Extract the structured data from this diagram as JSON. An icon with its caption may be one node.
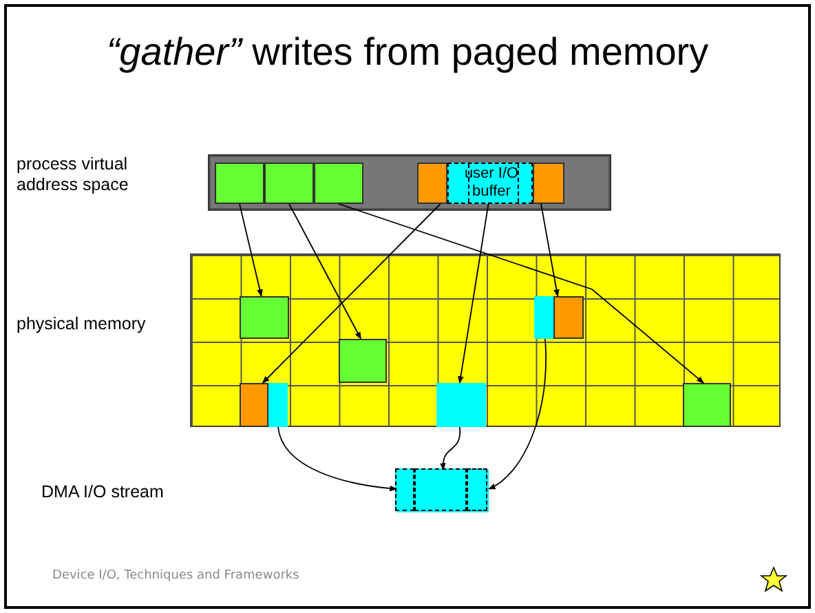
{
  "diagram": {
    "title": "*“gather”* writes from paged memory",
    "nodes": [
      {
        "text": [],
        "shape": "bar"
      },
      {
        "text": [],
        "shape": "box",
        "in": 0
      },
      {
        "text": [],
        "shape": "box",
        "in": 0
      },
      {
        "text": [],
        "shape": "box",
        "in": 0
      },
      {
        "text": [],
        "shape": "box",
        "in": 0
      },
      {
        "text": [
          "user I/O buffer"
        ],
        "in": 0
      },
      {
        "text": [],
        "shape": "box",
        "in": 0
      },
      {
        "text": [],
        "shape": "box",
        "beside": [
          "physical memory"
        ]
      },
      {
        "text": [],
        "shape": "box",
        "in": 7
      },
      {
        "text": [],
        "shape": "box",
        "in": 7
      },
      {
        "text": [],
        "shape": "box",
        "in": 7
      },
      {
        "text": [],
        "shape": "box",
        "in": 7
      },
      {
        "text": [],
        "shape": "box",
        "in": 7
      },
      {
        "text": [],
        "shape": "box",
        "in": 7
      },
      {
        "text": [],
        "shape": "box",
        "in": 7
      },
      {
        "text": [],
        "shape": "box",
        "in": 7
      },
      {
        "text": [],
        "shape": "box"
      },
      {
        "text": [],
        "shape": "box",
        "in": 16
      },
      {
        "text": [],
        "shape": "box",
        "in": 16
      },
      {
        "text": [],
        "shape": "box",
        "in": 16
      }
    ],
    "edges": [
      {
        "from": 1,
        "to": 8,
        "arrow": "to"
      },
      {
        "from": 2,
        "to": 11,
        "arrow": "to"
      },
      {
        "from": 3,
        "to": 15,
        "arrow": "to"
      },
      {
        "from": 4,
        "to": 12,
        "arrow": "to"
      },
      {
        "from": 5,
        "to": 14,
        "arrow": "to"
      },
      {
        "from": 6,
        "to": 10,
        "arrow": "to"
      },
      {
        "from": 13,
        "to": 17,
        "arrow": "to"
      },
      {
        "from": 14,
        "to": 18,
        "arrow": "to"
      },
      {
        "from": 9,
        "to": 19,
        "arrow": "to"
      }
    ],
    "labels": [
      "process virtual address space",
      "DMA I/O stream",
      "Device I/O, Techniques and Frameworks"
    ]
  }
}
